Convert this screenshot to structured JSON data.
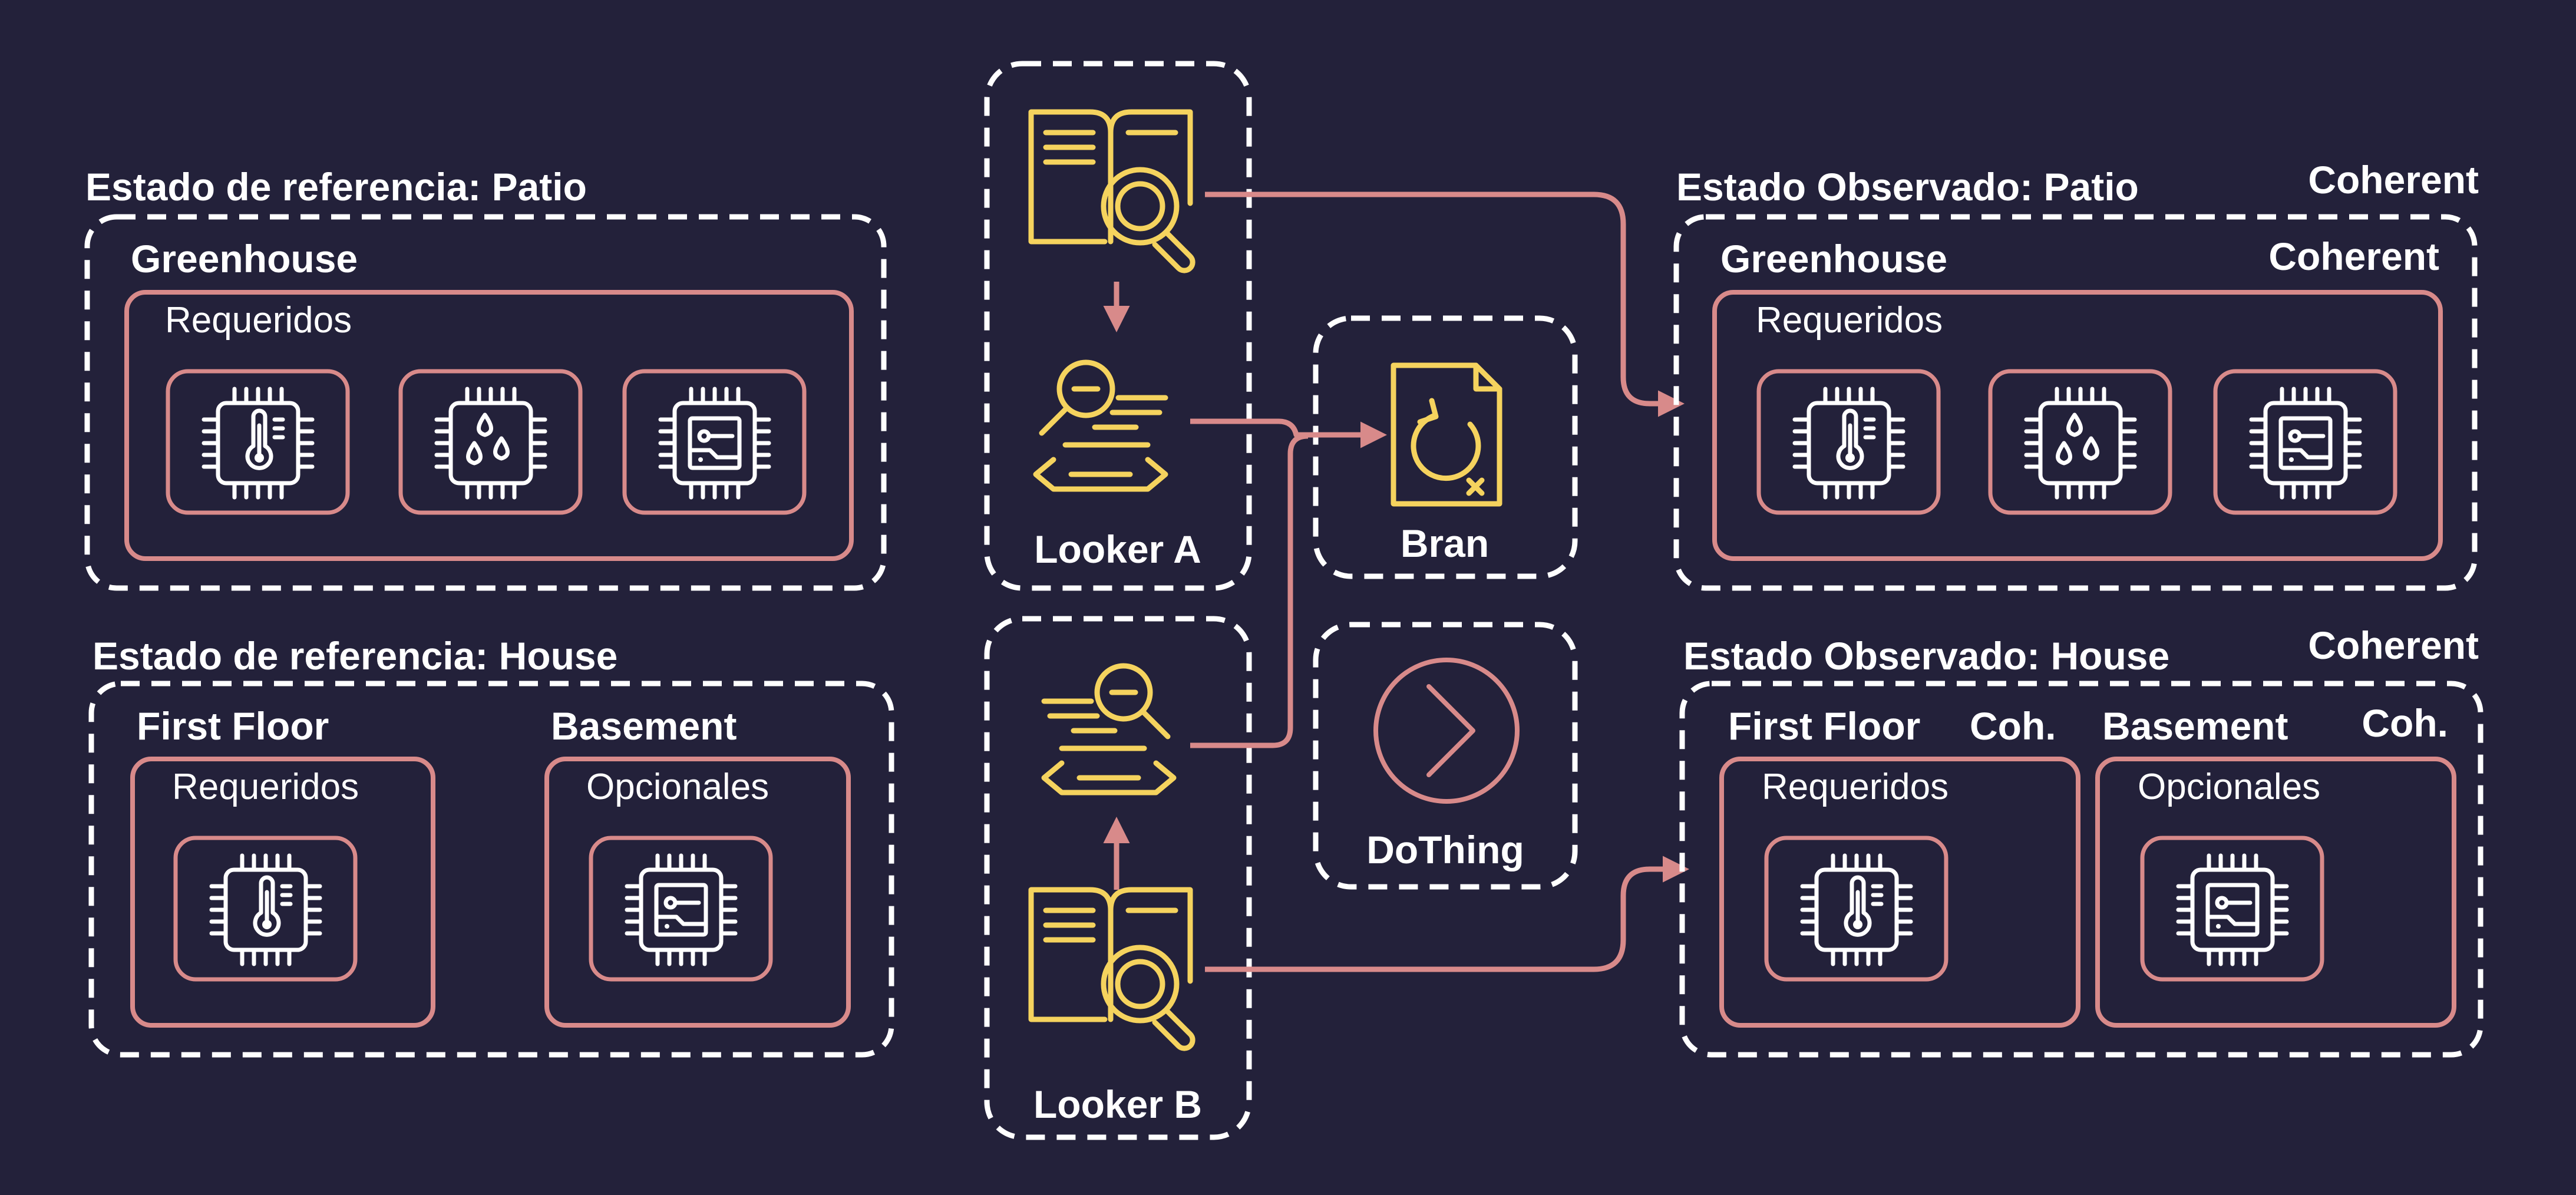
{
  "colors": {
    "background": "#23213a",
    "frame": "#ffffff",
    "accent": "#d88a8a",
    "icon_gold": "#f5d35e",
    "text": "#ffffff"
  },
  "left": {
    "patio": {
      "title": "Estado de referencia: Patio",
      "zone": "Greenhouse",
      "group": "Requeridos",
      "chips": [
        "thermometer-chip-icon",
        "humidity-chip-icon",
        "circuit-chip-icon"
      ]
    },
    "house": {
      "title": "Estado de referencia: House",
      "first_floor": {
        "zone": "First Floor",
        "group": "Requeridos",
        "chip": "thermometer-chip-icon"
      },
      "basement": {
        "zone": "Basement",
        "group": "Opcionales",
        "chip": "circuit-chip-icon"
      }
    }
  },
  "center": {
    "looker_a": {
      "label": "Looker A",
      "icons": [
        "book-search-icon",
        "doc-search-icon"
      ]
    },
    "looker_b": {
      "label": "Looker B",
      "icons": [
        "doc-search-icon",
        "book-search-icon"
      ]
    },
    "bran": {
      "label": "Bran",
      "icon": "file-refresh-icon"
    },
    "dothing": {
      "label": "DoThing",
      "icon": "chevron-right-circle-icon"
    }
  },
  "right": {
    "patio": {
      "title": "Estado Observado: Patio",
      "status": "Coherent",
      "zone": "Greenhouse",
      "zone_status": "Coherent",
      "group": "Requeridos",
      "chips": [
        "thermometer-chip-icon",
        "humidity-chip-icon",
        "circuit-chip-icon"
      ]
    },
    "house": {
      "title": "Estado Observado: House",
      "status": "Coherent",
      "first_floor": {
        "zone": "First Floor",
        "status": "Coh.",
        "group": "Requeridos",
        "chip": "thermometer-chip-icon"
      },
      "basement": {
        "zone": "Basement",
        "status": "Coh.",
        "group": "Opcionales",
        "chip": "circuit-chip-icon"
      }
    }
  }
}
